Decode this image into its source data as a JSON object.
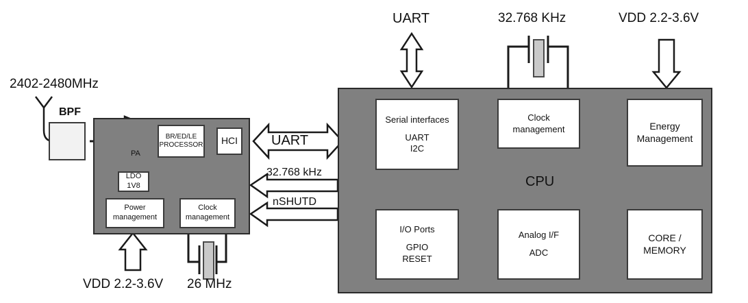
{
  "diagram": {
    "title_labels": {
      "antenna_freq": "2402-2480MHz",
      "bpf": "BPF",
      "uart_top": "UART",
      "xtal_32k_top": "32.768 KHz",
      "vdd_top_right": "VDD 2.2-3.6V",
      "vdd_bottom_left": "VDD 2.2-3.6V",
      "xtal_26m_bottom": "26 MHz"
    },
    "bluetooth_chip": {
      "name": "bluetooth-radio-chip",
      "fill": "#808080",
      "blocks": [
        {
          "id": "lna",
          "label": ""
        },
        {
          "id": "pa",
          "label": "PA"
        },
        {
          "id": "processor",
          "lines": [
            "BR/ED/LE",
            "PROCESSOR"
          ]
        },
        {
          "id": "hci",
          "lines": [
            "HCI"
          ]
        },
        {
          "id": "ldo",
          "lines": [
            "LDO",
            "1V8"
          ]
        },
        {
          "id": "power-management",
          "lines": [
            "Power",
            "management"
          ]
        },
        {
          "id": "clock-management",
          "lines": [
            "Clock",
            "management"
          ]
        }
      ]
    },
    "interconnects": [
      {
        "id": "uart-bus",
        "label": "UART",
        "direction": "bidirectional"
      },
      {
        "id": "clock-32k",
        "label": "32.768 kHz",
        "direction": "left"
      },
      {
        "id": "nshutd",
        "label": "nSHUTD",
        "direction": "left"
      }
    ],
    "cpu_chip": {
      "name": "cpu-chip",
      "label": "CPU",
      "fill": "#808080",
      "blocks": [
        {
          "id": "serial-interfaces",
          "lines": [
            "Serial interfaces",
            "UART",
            "I2C"
          ]
        },
        {
          "id": "clock-management",
          "lines": [
            "Clock",
            "management"
          ]
        },
        {
          "id": "energy-management",
          "lines": [
            "Energy",
            "Management"
          ]
        },
        {
          "id": "io-ports",
          "lines": [
            "I/O Ports",
            "GPIO",
            "RESET"
          ]
        },
        {
          "id": "analog-if",
          "lines": [
            "Analog I/F",
            "ADC"
          ]
        },
        {
          "id": "core-memory",
          "lines": [
            "CORE /",
            "MEMORY"
          ]
        }
      ]
    }
  }
}
